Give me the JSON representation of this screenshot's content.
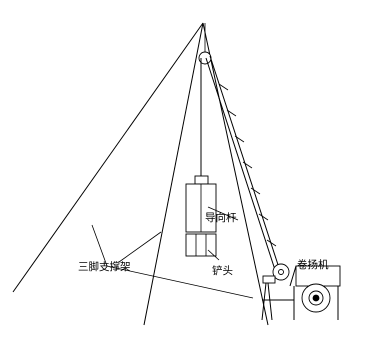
{
  "labels": {
    "tripod": "三脚支撑架",
    "guide_rod": "导向杆",
    "shovel_head": "铲头",
    "winch": "卷扬机"
  },
  "icons": {
    "pulley": "pulley-icon",
    "winch_drum": "winch-drum-icon"
  }
}
